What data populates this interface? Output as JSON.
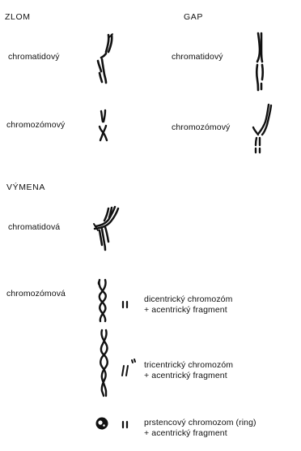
{
  "sections": {
    "zlom": "ZLOM",
    "gap": "GAP",
    "vymena": "VÝMENA"
  },
  "zlom": {
    "chromatid": "chromatidový",
    "chromosome": "chromozómový"
  },
  "gap": {
    "chromatid": "chromatidový",
    "chromosome": "chromozómový"
  },
  "vymena": {
    "chromatid": "chromatidová",
    "chromosome": "chromozómová",
    "results": [
      {
        "line1": "dicentrický chromozóm",
        "line2": "+ acentrický fragment"
      },
      {
        "line1": "tricentrický chromozóm",
        "line2": "+ acentrický fragment"
      },
      {
        "line1": "prstencový chromozom (ring)",
        "line2": "+ acentrický fragment"
      }
    ]
  }
}
